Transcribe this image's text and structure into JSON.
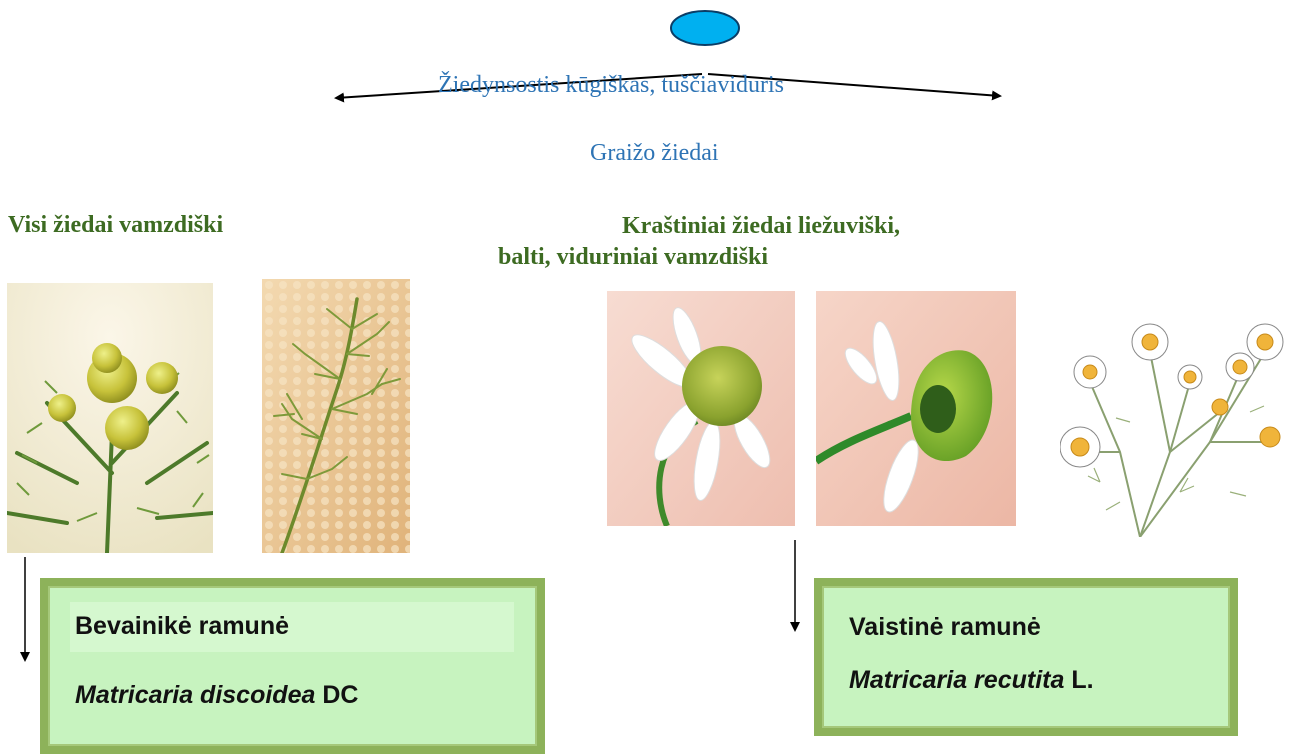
{
  "top_label": "Žiedynsostis kūgiškas, tuščiaviduris",
  "second_label": "Graižo žiedai",
  "left_branch": {
    "heading": "Visi žiedai vamzdiški"
  },
  "right_branch": {
    "heading_line1": "Kraštiniai žiedai liežuviški,",
    "heading_line2": "balti, viduriniai vamzdiški"
  },
  "left_card": {
    "common_name": "Bevainikė ramunė",
    "latin_genus_species": "Matricaria discoidea",
    "authority": "DC"
  },
  "right_card": {
    "common_name": "Vaistinė ramunė",
    "latin_genus_species": "Matricaria recutita",
    "authority": "L."
  },
  "colors": {
    "node_fill": "#00B0F0",
    "label_blue": "#2E74B5",
    "heading_green": "#3d6b22",
    "card_frame": "#8db25a",
    "card_fill": "#c7f3bf"
  }
}
